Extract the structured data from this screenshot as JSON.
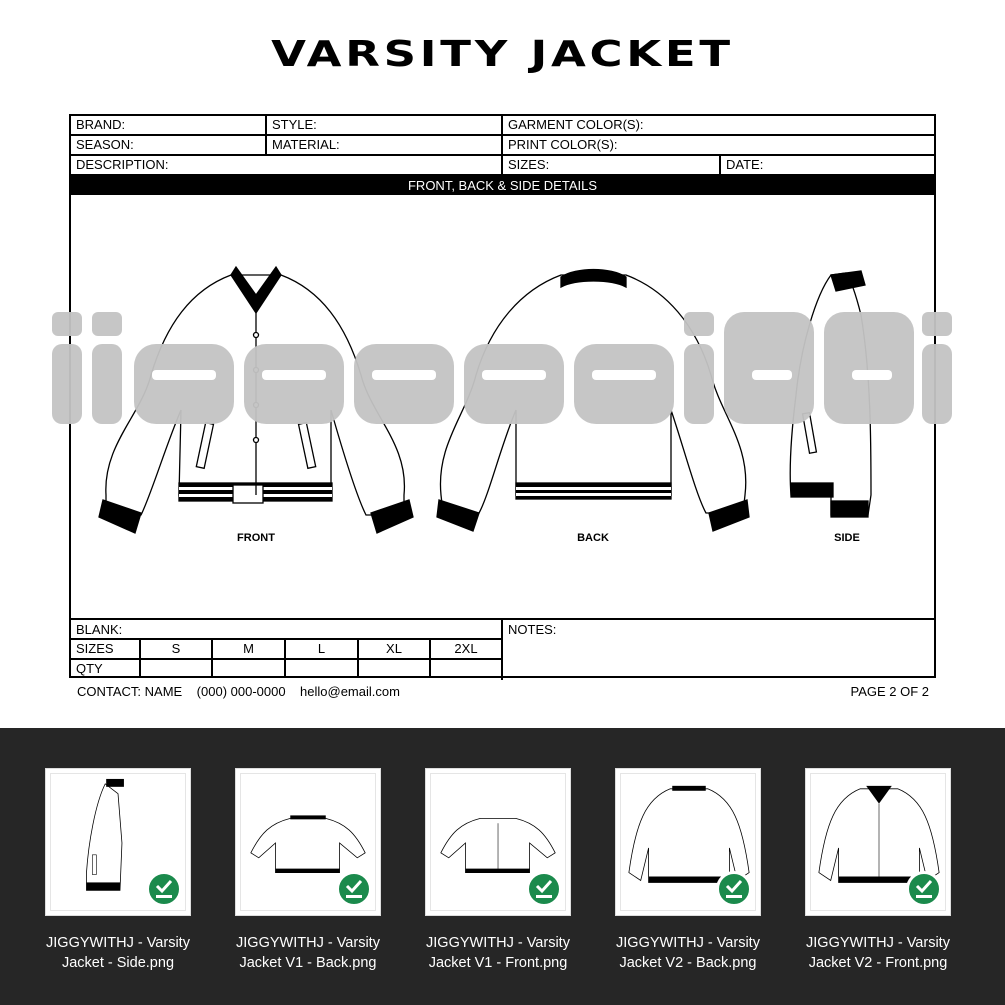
{
  "title": "VARSITY JACKET",
  "form": {
    "brand": "BRAND:",
    "style": "STYLE:",
    "garment_colors": "GARMENT COLOR(S):",
    "season": "SEASON:",
    "material": "MATERIAL:",
    "print_colors": "PRINT COLOR(S):",
    "description": "DESCRIPTION:",
    "sizes": "SIZES:",
    "date": "DATE:",
    "section_bar": "FRONT, BACK & SIDE DETAILS",
    "views": {
      "front": "FRONT",
      "back": "BACK",
      "side": "SIDE"
    },
    "blank": "BLANK:",
    "notes": "NOTES:",
    "size_row_label": "SIZES",
    "qty_row_label": "QTY",
    "size_options": [
      "S",
      "M",
      "L",
      "XL",
      "2XL"
    ]
  },
  "footer": {
    "contact": "CONTACT: NAME",
    "phone": "(000) 000-0000",
    "email": "hello@email.com",
    "page": "PAGE 2 OF 2"
  },
  "files": [
    {
      "line1": "JIGGYWITHJ - Varsity",
      "line2": "Jacket - Side.png",
      "view": "side"
    },
    {
      "line1": "JIGGYWITHJ - Varsity",
      "line2": "Jacket V1 - Back.png",
      "view": "back"
    },
    {
      "line1": "JIGGYWITHJ - Varsity",
      "line2": "Jacket V1 - Front.png",
      "view": "front"
    },
    {
      "line1": "JIGGYWITHJ - Varsity",
      "line2": "Jacket V2 - Back.png",
      "view": "back"
    },
    {
      "line1": "JIGGYWITHJ - Varsity",
      "line2": "Jacket V2 - Front.png",
      "view": "front"
    }
  ],
  "colors": {
    "dark_panel": "#262626",
    "check": "#1b8a4c",
    "watermark": "#c8c8c8"
  },
  "icons": {
    "status": "check-download-icon"
  }
}
